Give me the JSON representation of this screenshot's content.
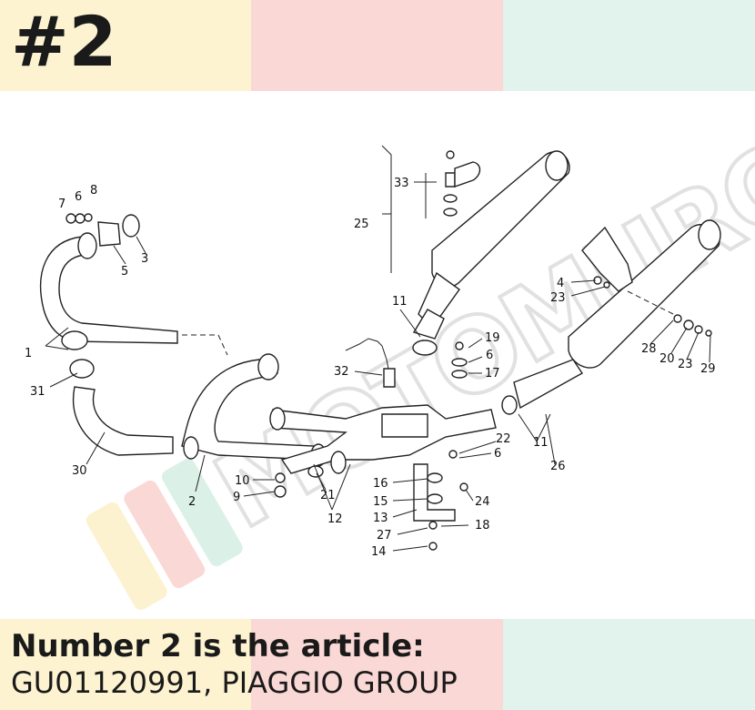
{
  "header": {
    "page_number": "#2"
  },
  "caption": {
    "line1": "Number 2 is the article:",
    "line2": "GU01120991, PIAGGIO GROUP"
  },
  "watermark": {
    "text": "MOTOMURCIA"
  },
  "colors": {
    "yellow": "#fdf3d1",
    "pink": "#fad8d6",
    "mint": "#e1f3ec",
    "ink": "#1a1a1a"
  },
  "callouts": [
    "1",
    "2",
    "3",
    "4",
    "5",
    "6",
    "7",
    "8",
    "9",
    "10",
    "11",
    "12",
    "13",
    "14",
    "15",
    "16",
    "17",
    "18",
    "19",
    "20",
    "21",
    "22",
    "23",
    "24",
    "25",
    "26",
    "27",
    "28",
    "29",
    "30",
    "31",
    "32",
    "33"
  ]
}
